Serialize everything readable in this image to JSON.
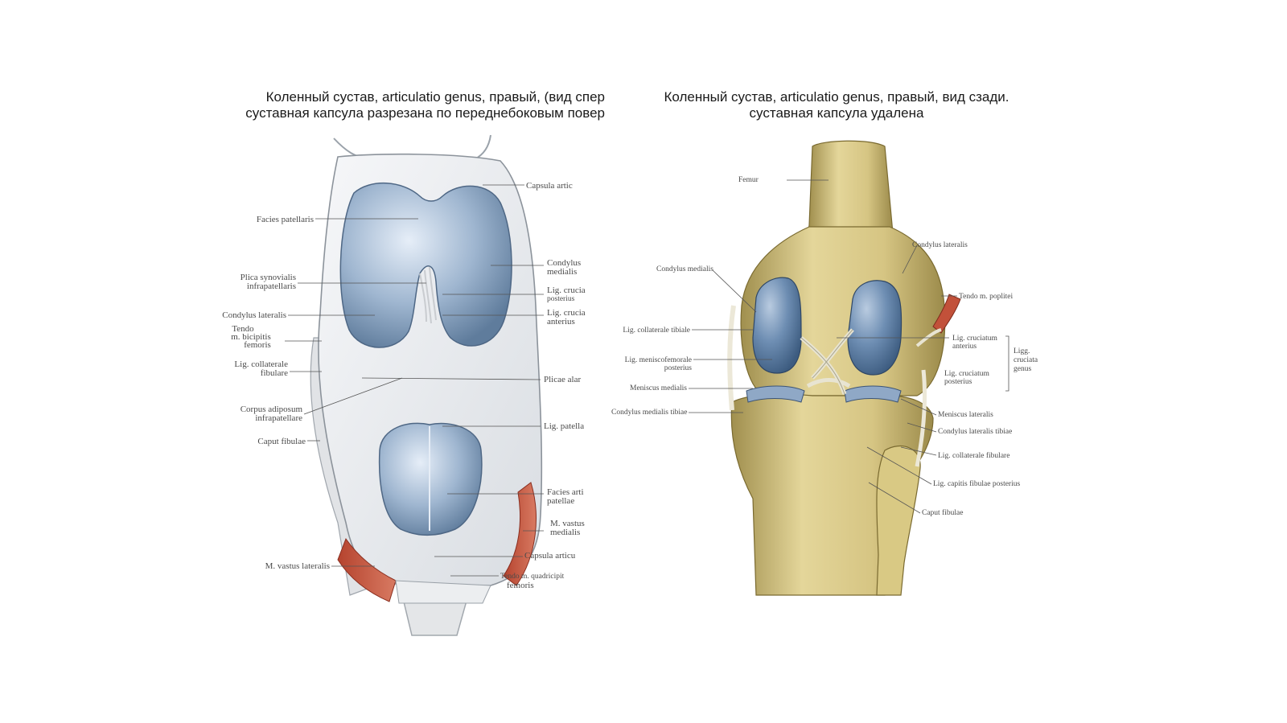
{
  "left_figure": {
    "title_line1": "Коленный сустав, articulatio genus, правый, (вид спер",
    "title_line2": "суставная капсула разрезана по переднебоковым повер",
    "labels": {
      "capsula_top": "Capsula artic",
      "facies_patellaris": "Facies patellaris",
      "condylus_medialis_1": "Condylus",
      "condylus_medialis_2": "medialis",
      "plica_1": "Plica synovialis",
      "plica_2": "infrapatellaris",
      "lig_cruc_post_1": "Lig. crucia",
      "lig_cruc_post_2": "posterius",
      "condylus_lateralis": "Condylus lateralis",
      "lig_cruc_ant_1": "Lig. crucia",
      "lig_cruc_ant_2": "anterius",
      "tendo_1": "Tendo",
      "tendo_2": "m. bicipitis",
      "tendo_3": "femoris",
      "lig_coll_fib_1": "Lig. collaterale",
      "lig_coll_fib_2": "fibulare",
      "plicae_alares": "Plicae alar",
      "corpus_1": "Corpus adiposum",
      "corpus_2": "infrapatellare",
      "lig_patellae": "Lig. patella",
      "caput_fibulae": "Caput fibulae",
      "facies_art_1": "Facies arti",
      "facies_art_2": "patellae",
      "m_vastus_med_1": "M. vastus",
      "m_vastus_med_2": "medialis",
      "capsula_bottom": "Capsula articu",
      "m_vastus_lat": "M. vastus lateralis",
      "tendo_quad_1": "Tendo m. quadricipit",
      "tendo_quad_2": "femoris"
    }
  },
  "right_figure": {
    "title_line1": "Коленный сустав, articulatio genus, правый, вид сзади.",
    "title_line2": "суставная капсула удалена",
    "labels": {
      "femur": "Femur",
      "condylus_lateralis": "Condylus lateralis",
      "condylus_medialis": "Condylus medialis",
      "tendo_popliteus": "Tendo m. poplitei",
      "lig_coll_tib": "Lig. collaterale tibiale",
      "lig_cruc_ant_1": "Lig. cruciatum",
      "lig_cruc_ant_2": "anterius",
      "ligg_cruc_1": "Ligg.",
      "ligg_cruc_2": "cruciata",
      "ligg_cruc_3": "genus",
      "lig_menisco_1": "Lig. meniscofemorale",
      "lig_menisco_2": "posterius",
      "lig_cruc_post_1": "Lig. cruciatum",
      "lig_cruc_post_2": "posterius",
      "meniscus_medialis": "Meniscus medialis",
      "condylus_med_tib": "Condylus medialis tibiae",
      "meniscus_lateralis": "Meniscus lateralis",
      "condylus_lat_tib": "Condylus lateralis tibiae",
      "lig_coll_fib": "Lig. collaterale fibulare",
      "lig_capitis": "Lig. capitis fibulae posterius",
      "caput_fibulae": "Caput fibulae"
    }
  }
}
